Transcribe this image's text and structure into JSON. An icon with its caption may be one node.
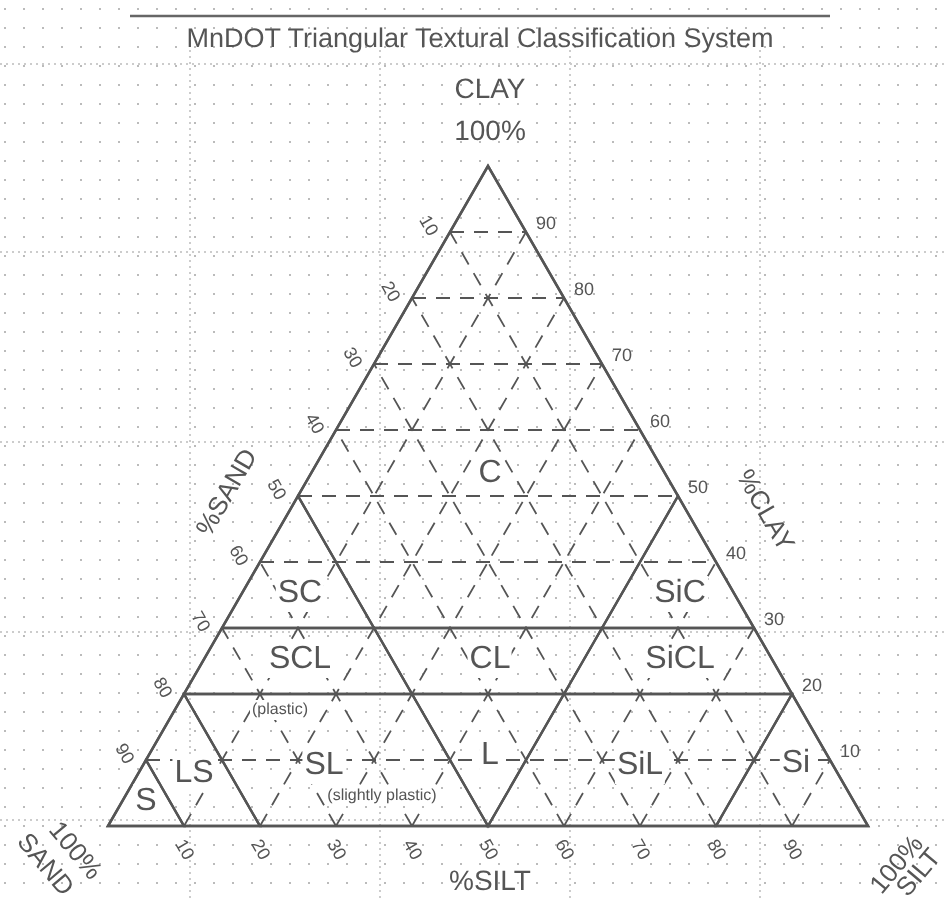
{
  "diagram": {
    "title": "MnDOT Triangular Textural Classification System",
    "nodes": [
      {
        "text": [
          "C"
        ]
      },
      {
        "text": [
          "SC"
        ]
      },
      {
        "text": [
          "SiC"
        ]
      },
      {
        "text": [
          "SCL"
        ]
      },
      {
        "text": [
          "CL"
        ]
      },
      {
        "text": [
          "SiCL"
        ]
      },
      {
        "text": [
          "S"
        ]
      },
      {
        "text": [
          "LS"
        ]
      },
      {
        "text": [
          "(plastic)",
          "SL",
          "(slightly plastic)"
        ]
      },
      {
        "text": [
          "L"
        ]
      },
      {
        "text": [
          "SiL"
        ]
      },
      {
        "text": [
          "Si"
        ]
      }
    ],
    "labels": [
      "CLAY",
      "100%",
      "10",
      "20",
      "30",
      "40",
      "50",
      "60",
      "70",
      "80",
      "90",
      "90",
      "80",
      "70",
      "60",
      "50",
      "40",
      "30",
      "20",
      "10",
      "%SAND",
      "%CLAY",
      "100%",
      "SAND",
      "10",
      "20",
      "30",
      "40",
      "50",
      "60",
      "70",
      "80",
      "90",
      "%SILT",
      "100%",
      "SILT"
    ]
  }
}
